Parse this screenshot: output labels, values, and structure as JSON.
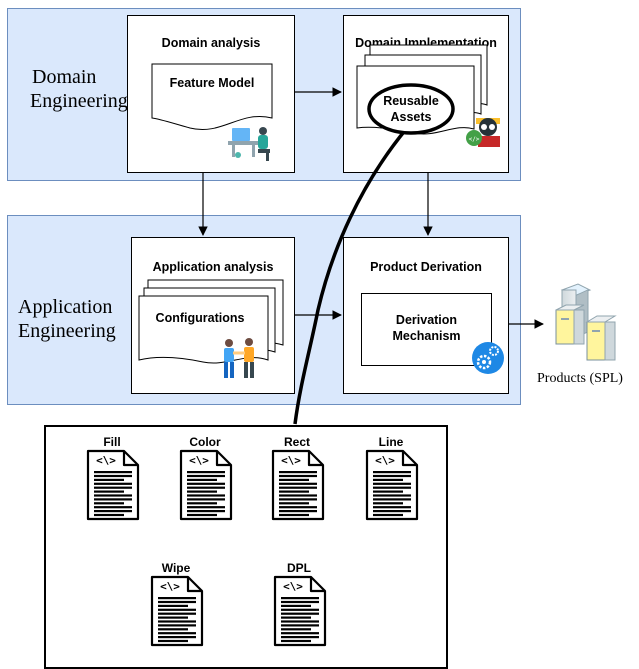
{
  "domain_engineering": {
    "label_line1": "Domain",
    "label_line2": "Engineering",
    "analysis": {
      "title": "Domain analysis",
      "doc": "Feature Model"
    },
    "implementation": {
      "title": "Domain Implementation",
      "assets_line1": "Reusable",
      "assets_line2": "Assets"
    }
  },
  "application_engineering": {
    "label_line1": "Application",
    "label_line2": "Engineering",
    "analysis": {
      "title": "Application analysis",
      "doc": "Configurations"
    },
    "derivation": {
      "title": "Product Derivation",
      "mechanism_line1": "Derivation",
      "mechanism_line2": "Mechanism"
    }
  },
  "products": {
    "label": "Products (SPL)"
  },
  "assets": [
    {
      "name": "Fill"
    },
    {
      "name": "Color"
    },
    {
      "name": "Rect"
    },
    {
      "name": "Line"
    },
    {
      "name": "Wipe"
    },
    {
      "name": "DPL"
    }
  ],
  "file_icon_glyph": "<\\>",
  "colors": {
    "band_fill": "#dae8fc",
    "band_border": "#6c8ebf",
    "gear_blue": "#1e88e5"
  }
}
